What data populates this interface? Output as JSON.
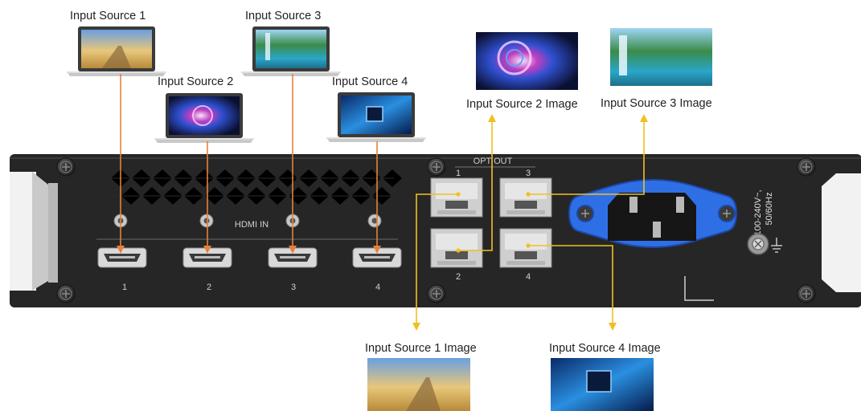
{
  "sources": {
    "s1": "Input Source 1",
    "s2": "Input Source 2",
    "s3": "Input Source 3",
    "s4": "Input Source 4"
  },
  "outputs": {
    "o1": "Input Source 1 Image",
    "o2": "Input Source 2 Image",
    "o3": "Input Source 3 Image",
    "o4": "Input Source 4 Image"
  },
  "device": {
    "hdmi_label": "HDMI IN",
    "hdmi_ports": [
      "1",
      "2",
      "3",
      "4"
    ],
    "opt_label": "OPT OUT",
    "opt_top": [
      "1",
      "3"
    ],
    "opt_bottom": [
      "2",
      "4"
    ],
    "power_line1": "100-240V~,",
    "power_line2": "50/60Hz"
  },
  "colors": {
    "hdmi_line": "#e8803a",
    "fiber_line": "#f0c020",
    "chassis": "#262626",
    "power_inlet": "#2f6fe6"
  },
  "icons": [
    "laptop-icon",
    "screw-icon",
    "vent-grille",
    "hdmi-port-icon",
    "sfp-port-icon",
    "power-inlet-icon",
    "ground-icon"
  ]
}
